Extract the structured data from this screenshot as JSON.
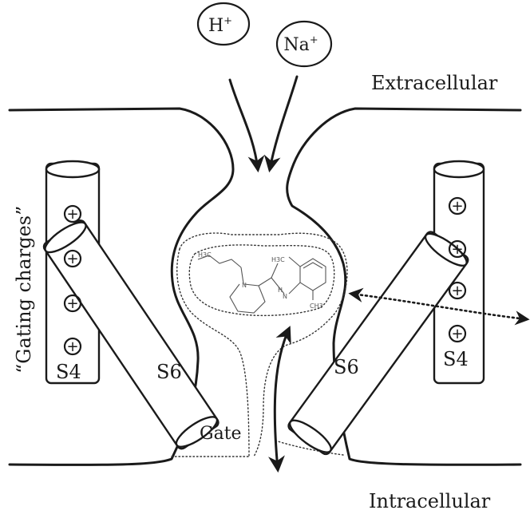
{
  "ions": {
    "h": {
      "base": "H",
      "sup": "+"
    },
    "na": {
      "base": "Na",
      "sup": "+"
    }
  },
  "labels": {
    "extracellular": "Extracellular",
    "intracellular": "Intracellular",
    "gating_charges": "“Gating charges”",
    "s4_left": "S4",
    "s6_left": "S6",
    "s6_right": "S6",
    "s4_right": "S4",
    "gate": "Gate"
  },
  "charges": {
    "symbol": "+",
    "left_count": 4,
    "right_count": 4
  },
  "molecule": {
    "ch3_top": "H3C",
    "ch3_mid": "H3C",
    "ch3_bottom": "CH3",
    "n_ring": "N",
    "n_amide": "N",
    "h_amide": "H"
  },
  "colors": {
    "ink": "#1a1a1a",
    "background": "#ffffff"
  }
}
